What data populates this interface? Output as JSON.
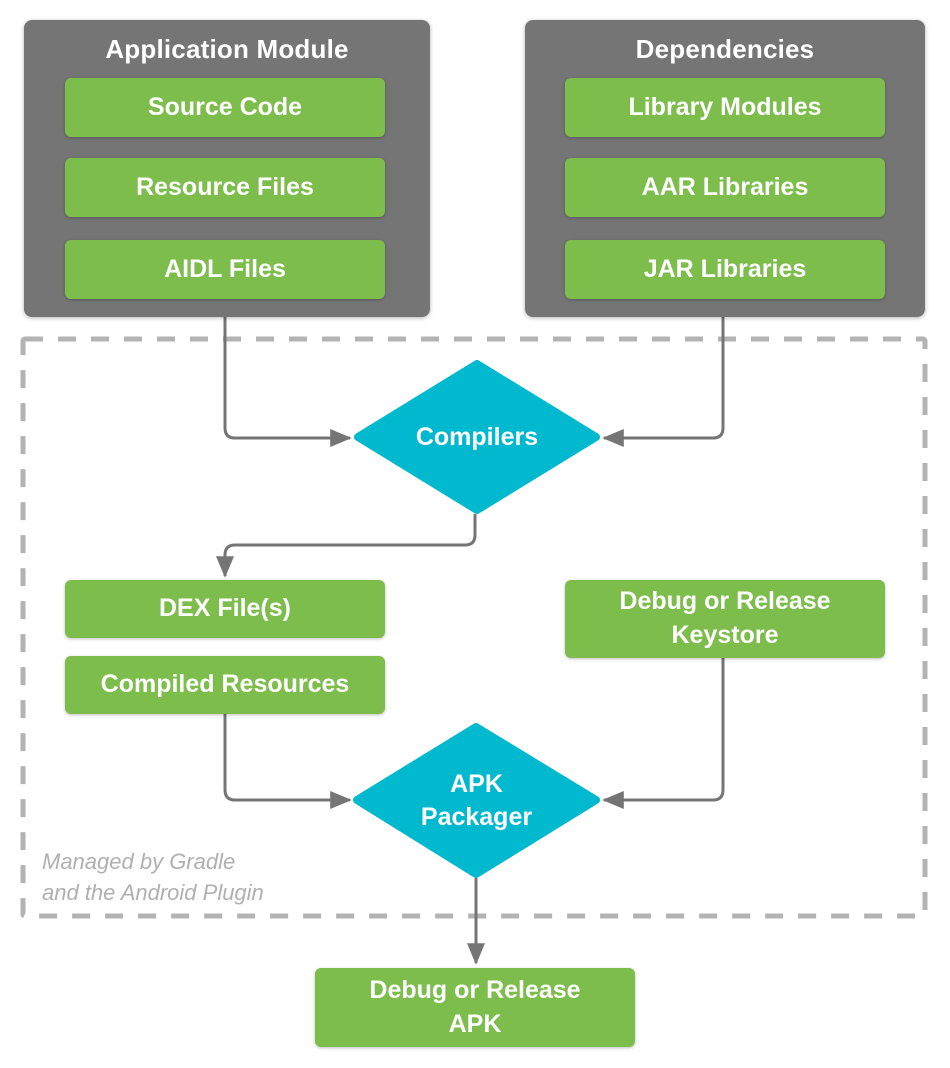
{
  "palette": {
    "gray": "#757575",
    "green": "#7dbd4b",
    "cyan": "#00b9ce",
    "arrow": "#757575",
    "dash": "#b3b3b3",
    "label_text": "#ffffff",
    "note_text": "#b0b0b0"
  },
  "containers": [
    {
      "title": "Application Module",
      "items": [
        "Source Code",
        "Resource Files",
        "AIDL Files"
      ]
    },
    {
      "title": "Dependencies",
      "items": [
        "Library Modules",
        "AAR Libraries",
        "JAR Libraries"
      ]
    }
  ],
  "process": {
    "compilers": "Compilers",
    "dex_files": "DEX File(s)",
    "compiled_resources": "Compiled Resources",
    "keystore": "Debug or Release Keystore",
    "apk_packager": "APK Packager",
    "output_apk": "Debug or Release APK"
  },
  "note": {
    "line1": "Managed by Gradle",
    "line2": "and the Android Plugin"
  }
}
